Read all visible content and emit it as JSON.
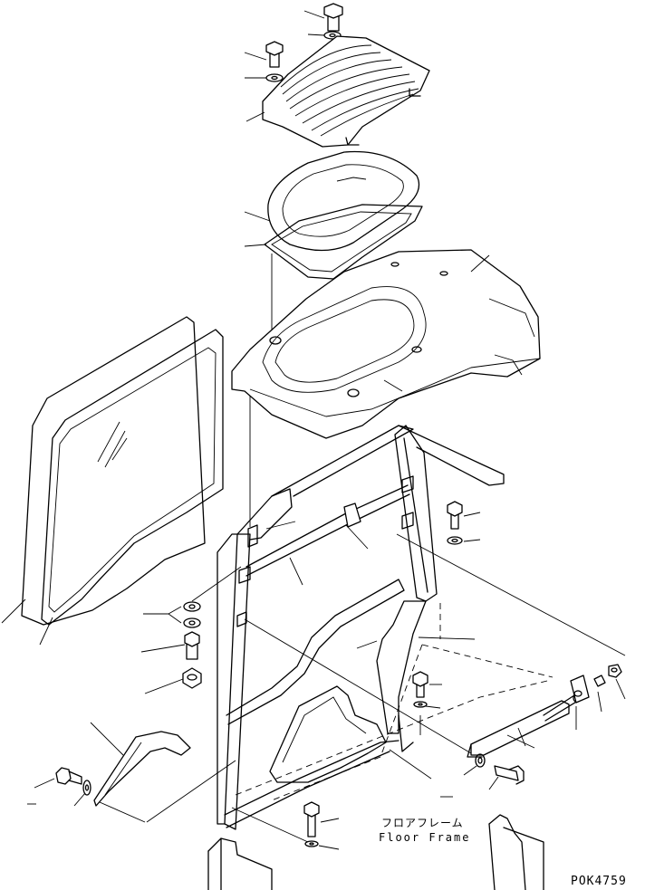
{
  "figure": {
    "floor_frame_label_jp": "フロアフレーム",
    "floor_frame_label_en": "Floor Frame",
    "figure_code": "POK4759"
  }
}
